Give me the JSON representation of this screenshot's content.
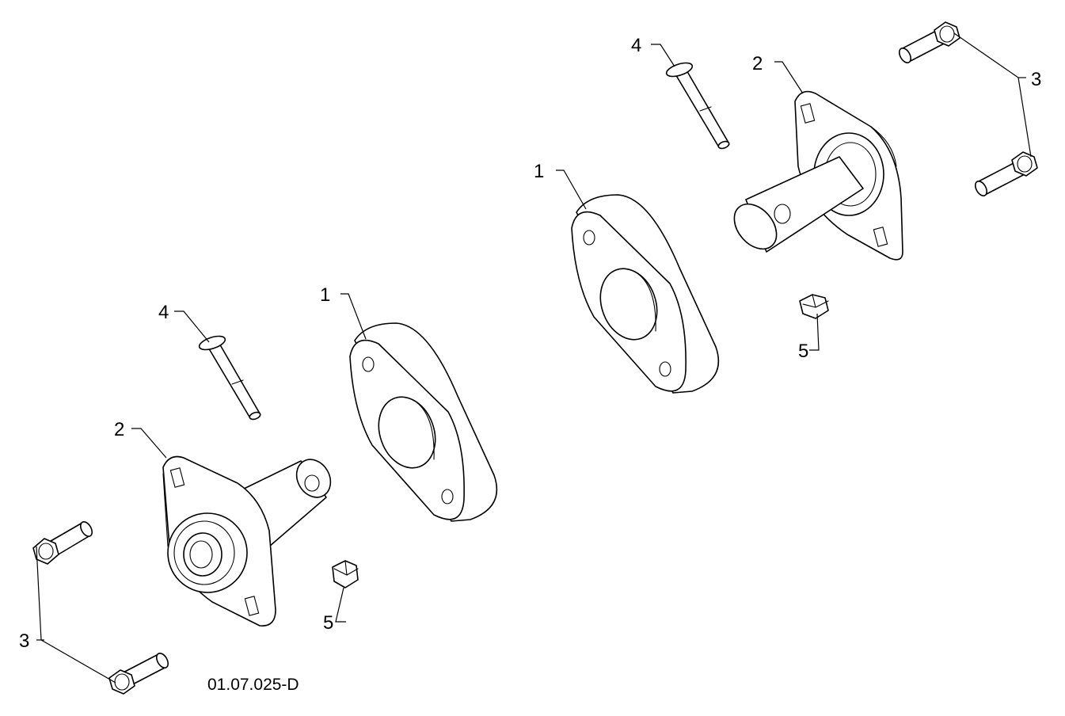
{
  "callouts": {
    "spacer": "1",
    "bearing": "2",
    "flange_bolt": "3",
    "carriage_bolt": "4",
    "nut": "5"
  },
  "drawing_code": "01.07.025-D"
}
